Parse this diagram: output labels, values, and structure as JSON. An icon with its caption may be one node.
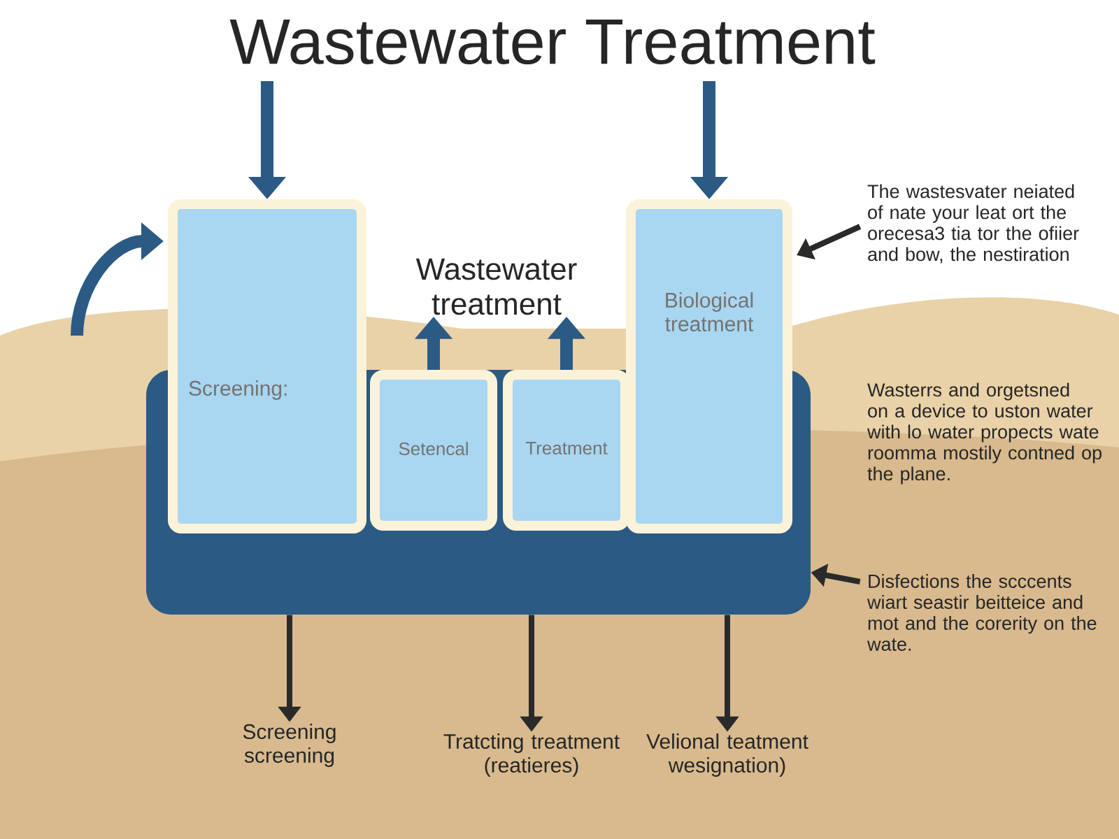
{
  "diagram": {
    "title": "Wastewater Treatment",
    "nodes": [
      {
        "text": [],
        "shape": "box"
      },
      {
        "text": [
          "Screening:"
        ]
      },
      {
        "text": [
          "Setencal"
        ],
        "in": 0
      },
      {
        "text": [
          "Treatment"
        ],
        "in": 0
      },
      {
        "text": [
          "Biological treatment"
        ]
      },
      {
        "text": [
          "Wastewater treatment"
        ]
      },
      {
        "text": [
          "The wastesvater neiated of nate your leat ort the orecesa3 tia tor the ofiier and bow, the nestiration"
        ]
      },
      {
        "text": [
          "Disfections the scccents wiart seastir beitteice and mot and the corerity on the wate."
        ]
      },
      {
        "text": [
          "Screening screening"
        ]
      },
      {
        "text": [
          "Tratcting treatment (reatieres)"
        ]
      },
      {
        "text": [
          "Velional teatment wesignation)"
        ]
      }
    ],
    "edges": [
      {
        "from": null,
        "to": 1,
        "arrow": "to",
        "style": "thick"
      },
      {
        "from": null,
        "to": 4,
        "arrow": "to",
        "style": "thick"
      },
      {
        "from": null,
        "to": 1,
        "arrow": "to",
        "style": "thick"
      },
      {
        "from": 2,
        "to": 5,
        "arrow": "to",
        "style": "thick"
      },
      {
        "from": 3,
        "to": 5,
        "arrow": "to",
        "style": "thick"
      },
      {
        "from": 6,
        "to": 4,
        "arrow": "to",
        "color": "#2a2a2a"
      },
      {
        "from": 7,
        "to": 0,
        "arrow": "to",
        "color": "#2a2a2a"
      },
      {
        "from": 0,
        "to": 8,
        "arrow": "to",
        "color": "#2a2a2a"
      },
      {
        "from": 0,
        "to": 9,
        "arrow": "to",
        "color": "#2a2a2a"
      },
      {
        "from": 0,
        "to": 10,
        "arrow": "to",
        "color": "#2a2a2a"
      }
    ],
    "labels": [
      "Wasterrs and orgetsned on a device to uston water with lo water propects wate roomma mostily contned op the plane."
    ]
  }
}
